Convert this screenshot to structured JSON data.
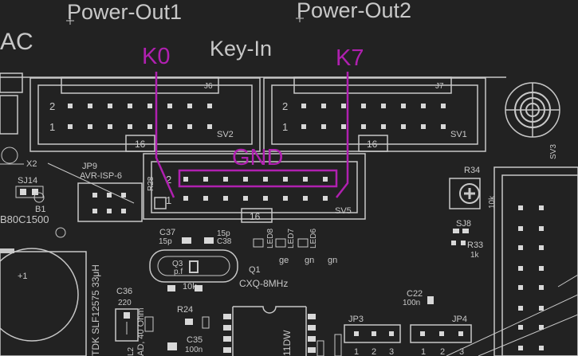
{
  "board": {
    "title_power_out1": "Power-Out1",
    "title_power_out2": "Power-Out2",
    "title_key_in": "Key-In",
    "label_ac": "AC"
  },
  "annotations": {
    "k0": "K0",
    "k7": "K7",
    "gnd": "GND",
    "color": "#b020b0"
  },
  "connectors": {
    "j6": {
      "ref": "J6",
      "sv": "SV2",
      "pins": "16",
      "row2": "2",
      "row1": "1"
    },
    "j7": {
      "ref": "J7",
      "sv": "SV1",
      "pins": "16",
      "row2": "2",
      "row1": "1"
    },
    "sv5": {
      "ref": "SV5",
      "pins": "16",
      "row2": "2",
      "row1": "1"
    },
    "sv3": {
      "ref": "SV3"
    }
  },
  "parts": {
    "x2": "X2",
    "sj14": "SJ14",
    "b1": "B1",
    "b80": "B80C1500",
    "jp9": "JP9",
    "avr_isp": "AVR-ISP-6",
    "r28": "R28",
    "c37": "C37",
    "c37_val": "15p",
    "c38": "C38",
    "c38_val": "15p",
    "led8": "LED8",
    "led7": "LED7",
    "led6": "LED6",
    "ge": "ge",
    "gn1": "gn",
    "gn2": "gn",
    "q3": "Q3",
    "q1": "Q1",
    "pf": "p.f",
    "crystal": "CXQ-8MHz",
    "r34": "R34",
    "r34_val": "10k",
    "sj8": "SJ8",
    "r33": "R33",
    "r33_val": "1k",
    "c22": "C22",
    "c22_val": "100n",
    "c36": "C36",
    "c36_val": "220",
    "r10k": "10k",
    "r24": "R24",
    "c35": "C35",
    "c35_val": "100n",
    "l2": "L2",
    "inductor": "TDK SLF12575 33μH",
    "ohm": "AD, 40 Ohm",
    "dw": "11DW",
    "jp3": "JP3",
    "jp4": "JP4",
    "n1": "1",
    "n2": "2",
    "n3": "3",
    "ic_plus": "+1"
  }
}
